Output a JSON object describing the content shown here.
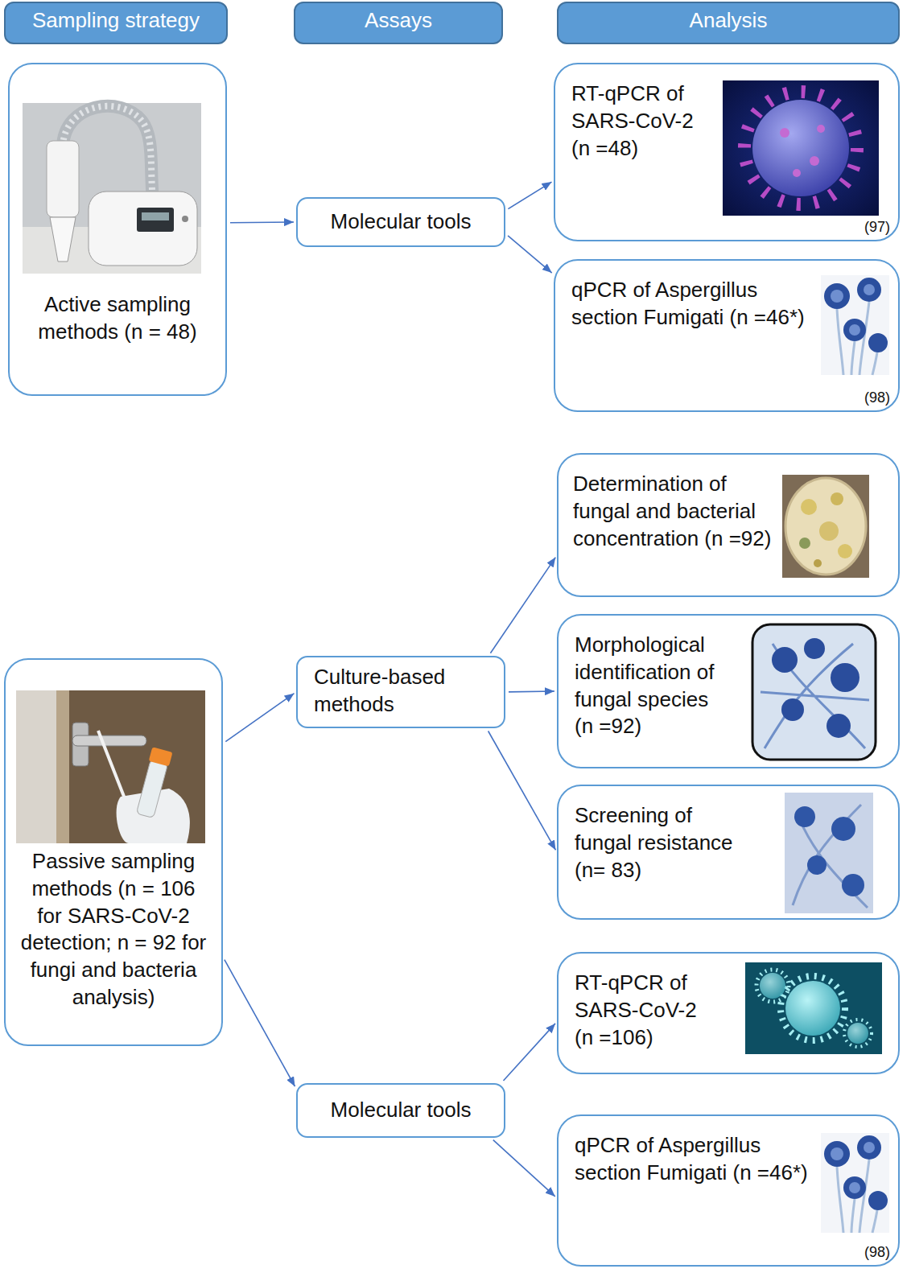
{
  "diagram": {
    "nodes": [
      {
        "text": [
          "Sampling strategy"
        ]
      },
      {
        "text": [
          "Assays"
        ]
      },
      {
        "text": [
          "Analysis"
        ]
      },
      {
        "text": [
          "Active sampling methods (n = 48)"
        ]
      },
      {
        "text": [
          "Molecular tools"
        ]
      },
      {
        "text": [
          "RT-qPCR of SARS-CoV-2 (n =48)",
          "(97)"
        ]
      },
      {
        "text": [
          "qPCR of Aspergillus section Fumigati (n =46*)",
          "(98)"
        ]
      },
      {
        "text": [
          "Passive sampling methods (n = 106 for SARS-CoV-2 detection; n = 92 for fungi and bacteria analysis)"
        ]
      },
      {
        "text": [
          "Culture-based methods"
        ]
      },
      {
        "text": [
          "Determination of fungal and bacterial concentration (n =92)"
        ]
      },
      {
        "text": [
          "Morphological identification of fungal species (n =92)"
        ]
      },
      {
        "text": [
          "Screening of fungal resistance (n= 83)"
        ]
      },
      {
        "text": [
          "Molecular tools"
        ]
      },
      {
        "text": [
          "RT-qPCR of SARS-CoV-2 (n =106)"
        ]
      },
      {
        "text": [
          "qPCR of Aspergillus section Fumigati (n =46*)",
          "(98)"
        ]
      }
    ],
    "edges": [
      {
        "from": 3,
        "to": 4,
        "arrow": "to"
      },
      {
        "from": 4,
        "to": 5,
        "arrow": "to"
      },
      {
        "from": 4,
        "to": 6,
        "arrow": "to"
      },
      {
        "from": 7,
        "to": 8,
        "arrow": "to"
      },
      {
        "from": 7,
        "to": 12,
        "arrow": "to"
      },
      {
        "from": 8,
        "to": 9,
        "arrow": "to"
      },
      {
        "from": 8,
        "to": 10,
        "arrow": "to"
      },
      {
        "from": 8,
        "to": 11,
        "arrow": "to"
      },
      {
        "from": 12,
        "to": 13,
        "arrow": "to"
      },
      {
        "from": 12,
        "to": 14,
        "arrow": "to"
      }
    ]
  }
}
